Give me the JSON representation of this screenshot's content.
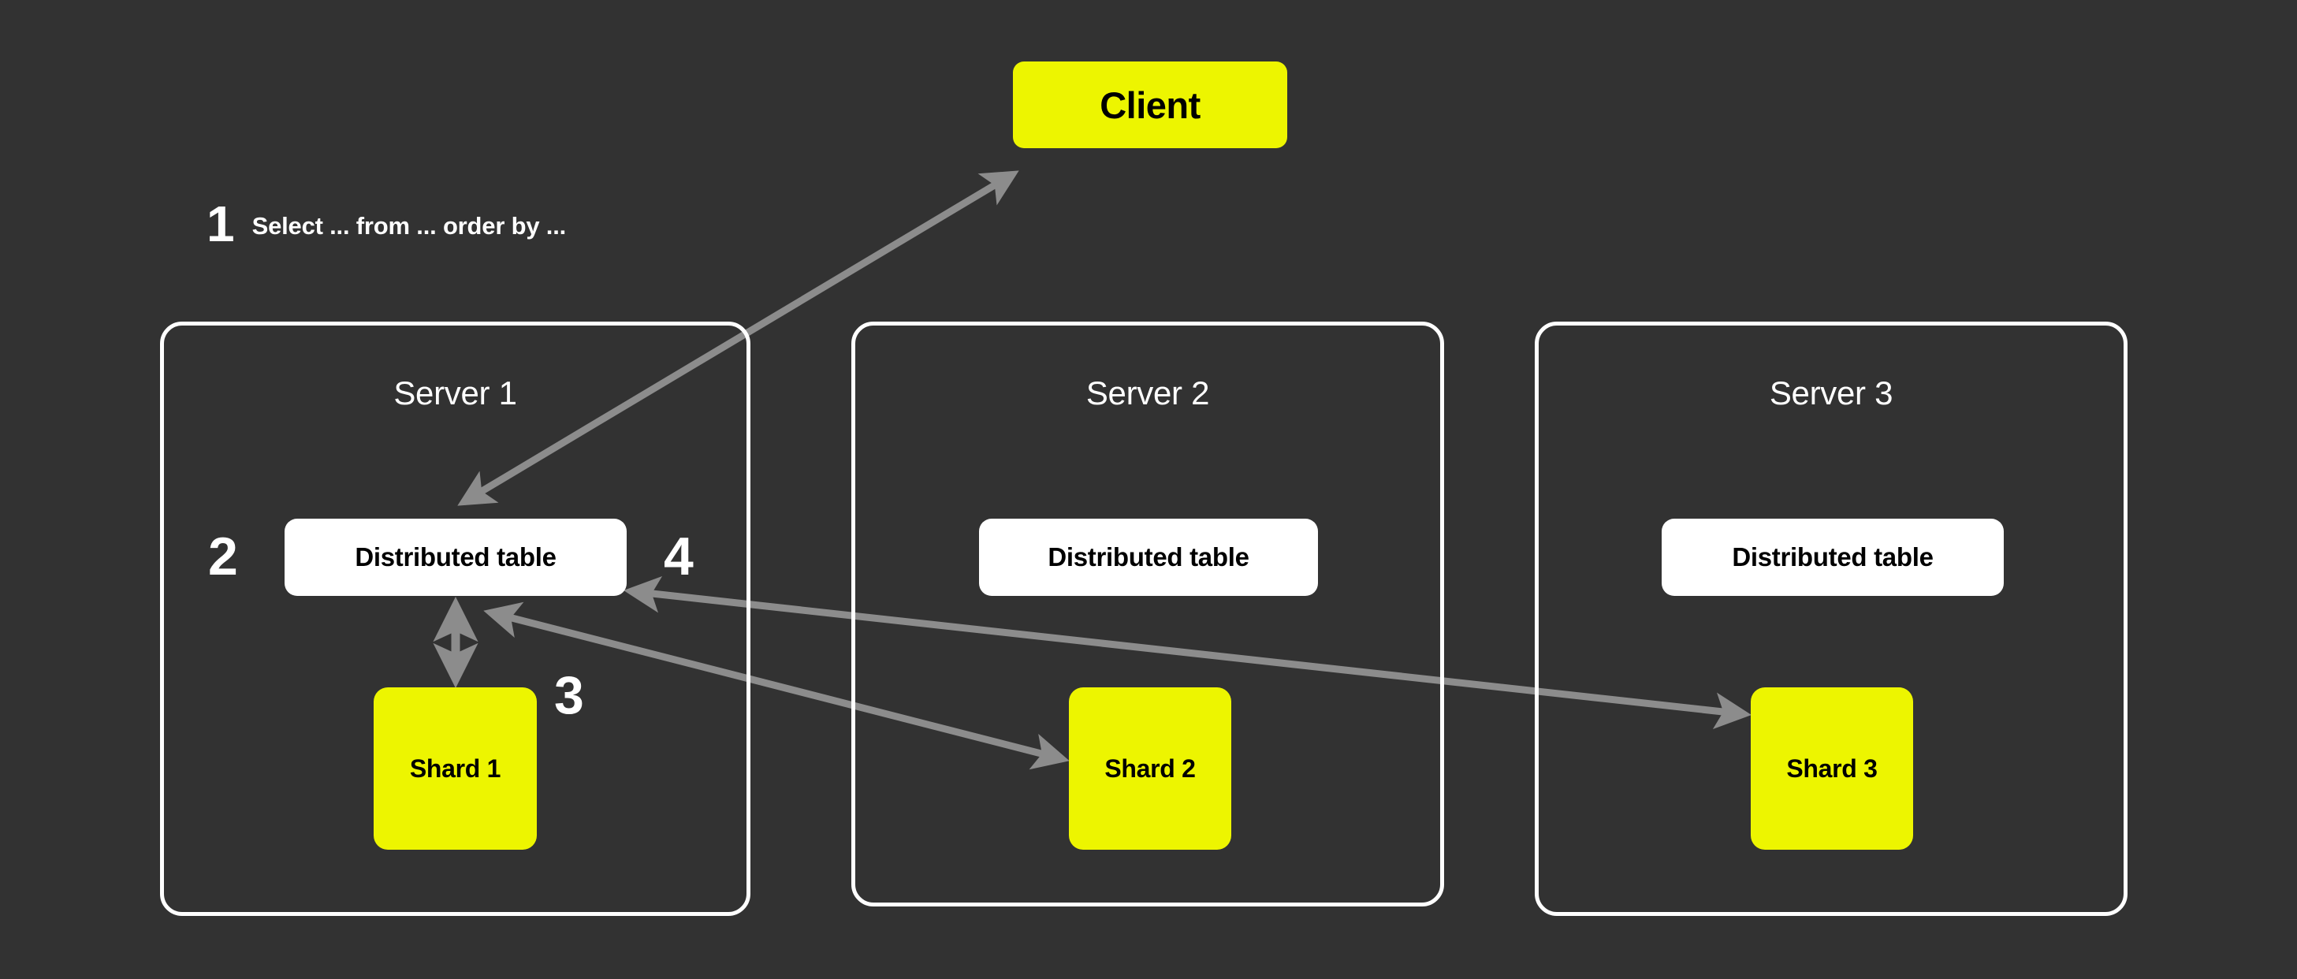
{
  "diagram": {
    "title": "Distributed table query flow across sharded servers",
    "background_color": "#323232",
    "accent_color": "#EDF500",
    "arrow_color": "#8C8C8C",
    "panel_border_color": "#FFFFFF"
  },
  "client": {
    "label": "Client"
  },
  "steps": {
    "one": {
      "number": "1",
      "text": "Select ... from ... order by ..."
    },
    "two": {
      "number": "2"
    },
    "three": {
      "number": "3"
    },
    "four": {
      "number": "4"
    }
  },
  "servers": [
    {
      "title": "Server 1",
      "distributed_table": "Distributed table",
      "shard": "Shard 1"
    },
    {
      "title": "Server 2",
      "distributed_table": "Distributed table",
      "shard": "Shard 2"
    },
    {
      "title": "Server 3",
      "distributed_table": "Distributed table",
      "shard": "Shard 3"
    }
  ],
  "connections": [
    {
      "name": "client-to-distributed-table-1",
      "from": "Client",
      "to": "Distributed table (Server 1)",
      "kind": "bidirectional"
    },
    {
      "name": "distributed-table-1-to-shard-1",
      "from": "Distributed table (Server 1)",
      "to": "Shard 1",
      "kind": "bidirectional"
    },
    {
      "name": "shard-2-to-distributed-table-1",
      "from": "Distributed table (Server 1)",
      "to": "Shard 2",
      "kind": "bidirectional"
    },
    {
      "name": "shard-3-to-distributed-table-1",
      "from": "Distributed table (Server 1)",
      "to": "Shard 3",
      "kind": "bidirectional"
    }
  ]
}
